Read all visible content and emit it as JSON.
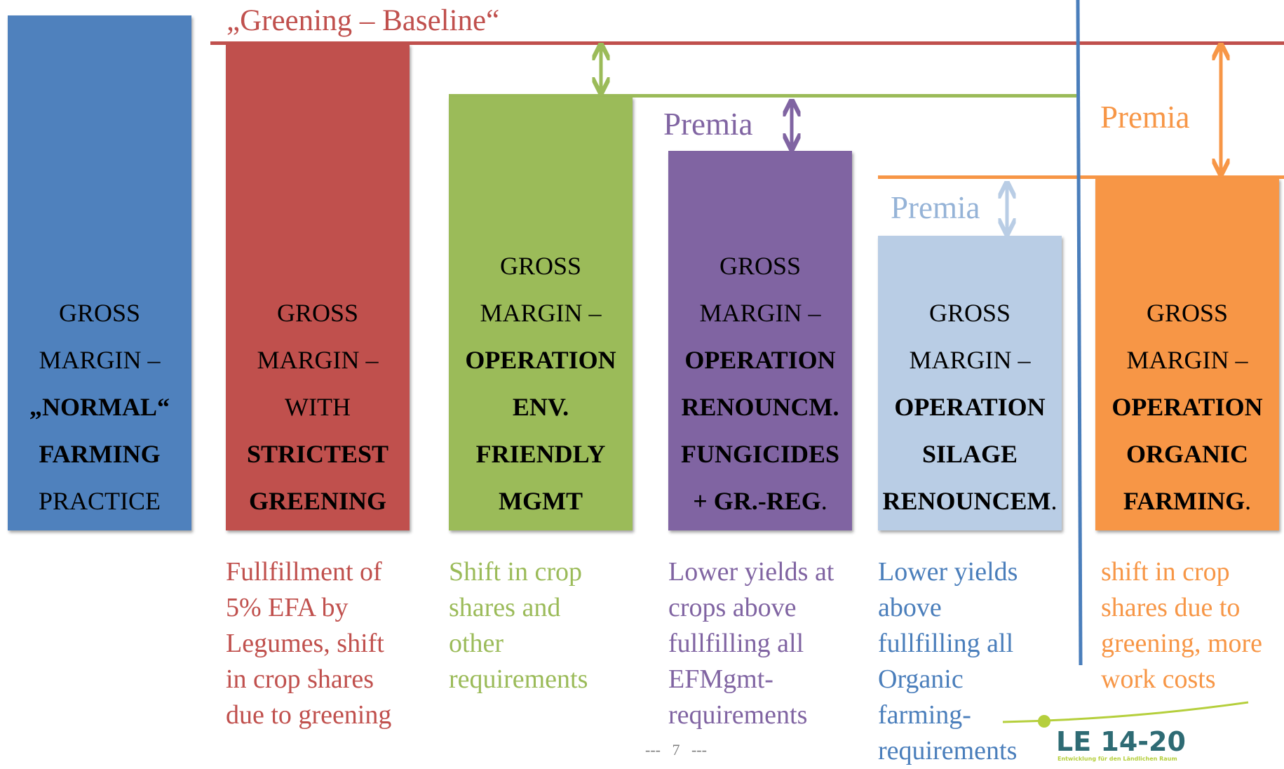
{
  "baseline_label": "„Greening – Baseline“",
  "premia_labels": {
    "purple": "Premia",
    "lightblue": "Premia",
    "orange": "Premia"
  },
  "colors": {
    "blue": "#4f81bd",
    "red": "#c0504d",
    "green": "#9bbb59",
    "purple": "#8064a2",
    "lightblue": "#b9cde5",
    "orange": "#f79646",
    "divider": "#4a7ebb"
  },
  "bars": [
    {
      "lines": [
        "GROSS",
        "MARGIN –",
        "„NORMAL“",
        "FARMING",
        "PRACTICE"
      ]
    },
    {
      "lines": [
        "GROSS",
        "MARGIN –",
        "WITH",
        "STRICTEST",
        "GREENING"
      ]
    },
    {
      "lines": [
        "GROSS",
        "MARGIN –",
        "OPERATION",
        "ENV.",
        "FRIENDLY",
        "MGMT"
      ]
    },
    {
      "lines": [
        "GROSS",
        "MARGIN –",
        "OPERATION",
        "RENOUNCM.",
        "FUNGICIDES",
        "+ GR.-REG",
        "."
      ]
    },
    {
      "lines": [
        "GROSS",
        "MARGIN –",
        "OPERATION",
        "SILAGE",
        "RENOUNCEM",
        "."
      ]
    },
    {
      "lines": [
        "GROSS",
        "MARGIN –",
        "OPERATION",
        "ORGANIC",
        "FARMING",
        "."
      ]
    }
  ],
  "descriptions": [
    {
      "lines": [
        "Fullfillment of",
        "5% EFA by",
        "Legumes, shift",
        "in crop shares",
        "due to greening"
      ]
    },
    {
      "lines": [
        "Shift in crop",
        "shares and",
        "other",
        "requirements"
      ]
    },
    {
      "lines": [
        "Lower yields at",
        "crops above",
        "fullfilling all",
        "EFMgmt-",
        "requirements"
      ]
    },
    {
      "lines": [
        "Lower yields",
        "above",
        "fullfilling all",
        "Organic",
        "farming-",
        "requirements"
      ]
    },
    {
      "lines": [
        "shift in crop",
        "shares due to",
        "greening, more",
        "work costs"
      ]
    }
  ],
  "page_number": "---   7   ---",
  "logo": {
    "text": "LE 14-20",
    "subtitle": "Entwicklung für den Ländlichen Raum"
  }
}
